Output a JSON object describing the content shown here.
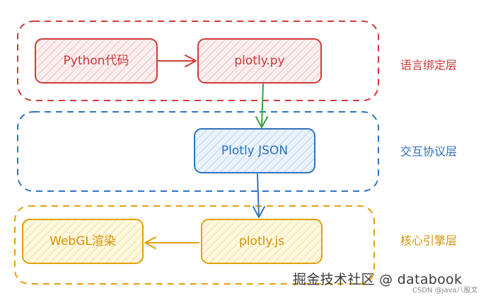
{
  "colors": {
    "red": "#cf3b3b",
    "red_fill": "#fdecec",
    "blue": "#2f74c0",
    "blue_fill": "#e6f0fb",
    "orange": "#e0a10e",
    "orange_fill": "#fff6d8",
    "green_arrow": "#3aa043",
    "text_red": "#c9383a",
    "text_blue": "#2f6fbf",
    "text_orange": "#d4920a"
  },
  "layers": {
    "binding": {
      "label": "语言绑定层"
    },
    "protocol": {
      "label": "交互协议层"
    },
    "engine": {
      "label": "核心引擎层"
    }
  },
  "nodes": {
    "python_code": {
      "label": "Python代码"
    },
    "plotly_py": {
      "label": "plotly.py"
    },
    "plotly_json": {
      "label": "Plotly JSON"
    },
    "plotly_js": {
      "label": "plotly.js"
    },
    "webgl": {
      "label": "WebGL渲染"
    }
  },
  "watermark": {
    "main": "掘金技术社区 @ databook",
    "sub": "CSDN @java八股文"
  }
}
